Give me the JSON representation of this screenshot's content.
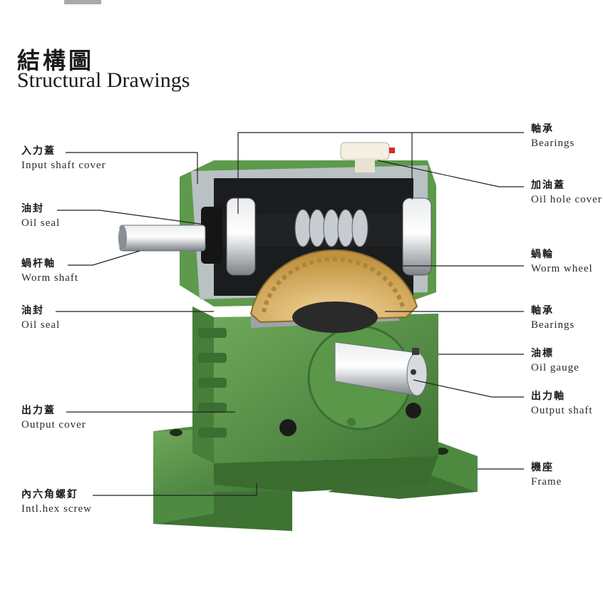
{
  "title": {
    "chinese": "結構圖",
    "english": "Structural Drawings"
  },
  "labels_left": [
    {
      "cn": "入力蓋",
      "en": "Input shaft cover"
    },
    {
      "cn": "油封",
      "en": "Oil seal"
    },
    {
      "cn": "蝸杆軸",
      "en": "Worm shaft"
    },
    {
      "cn": "油封",
      "en": "Oil seal"
    },
    {
      "cn": "出力蓋",
      "en": "Output cover"
    },
    {
      "cn": "內六角螺釘",
      "en": "Intl.hex screw"
    }
  ],
  "labels_right": [
    {
      "cn": "軸承",
      "en": "Bearings"
    },
    {
      "cn": "加油蓋",
      "en": "Oil hole cover"
    },
    {
      "cn": "蝸輪",
      "en": "Worm wheel"
    },
    {
      "cn": "軸承",
      "en": "Bearings"
    },
    {
      "cn": "油標",
      "en": "Oil gauge"
    },
    {
      "cn": "出力軸",
      "en": "Output shaft"
    },
    {
      "cn": "機座",
      "en": "Frame"
    }
  ],
  "colors": {
    "housing_green": "#5f9a4e",
    "housing_dark": "#3f7434",
    "worm_wheel_brass": "#d9b06a",
    "steel": "#c9ccd0",
    "leader_line": "#222222"
  }
}
